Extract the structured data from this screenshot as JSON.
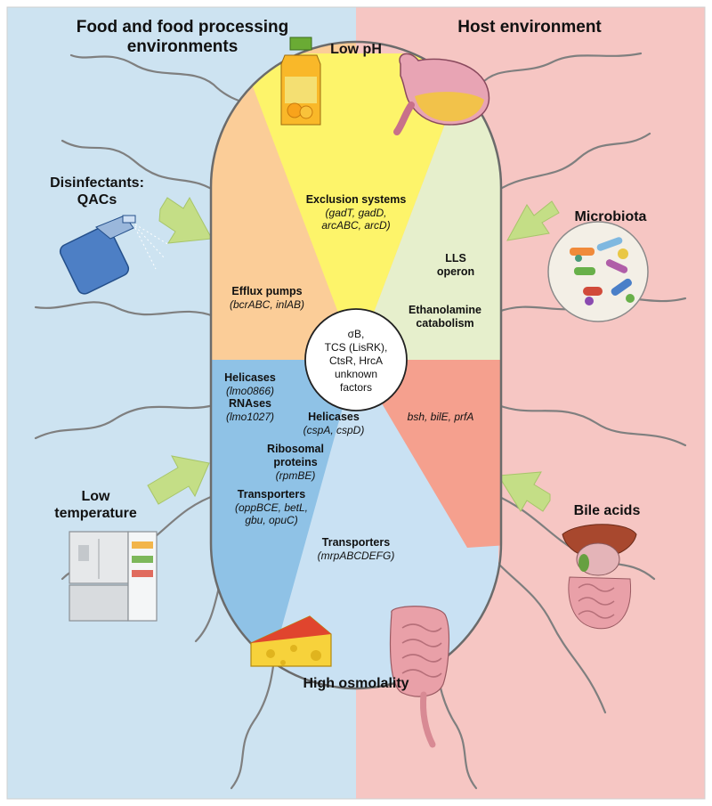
{
  "headers": {
    "food": "Food and food processing environments",
    "host": "Host environment"
  },
  "stress_labels": {
    "low_ph": "Low pH",
    "disinfectants": "Disinfectants: QACs",
    "low_temperature": "Low temperature",
    "microbiota": "Microbiota",
    "bile_acids": "Bile acids",
    "high_osmolality": "High osmolality"
  },
  "cell": {
    "exclusion_title": "Exclusion systems",
    "exclusion_genes_1": "(gadT, gadD,",
    "exclusion_genes_2": "arcABC, arcD)",
    "lls_1": "LLS",
    "lls_2": "operon",
    "ethanolamine_1": "Ethanolamine",
    "ethanolamine_2": "catabolism",
    "efflux_title": "Efflux pumps",
    "efflux_genes": "(bcrABC, inlAB)",
    "bile_genes": "bsh, bilE, prfA",
    "helicases_1_title": "Helicases",
    "helicases_1_gene": "(lmo0866)",
    "rnases_title": "RNAses",
    "rnases_gene": "(lmo1027)",
    "helicases_2_title": "Helicases",
    "helicases_2_genes": "(cspA, cspD)",
    "ribosomal_1": "Ribosomal",
    "ribosomal_2": "proteins",
    "ribosomal_gene": "(rpmBE)",
    "transporters_1_title": "Transporters",
    "transporters_1_genes_a": "(oppBCE, betL,",
    "transporters_1_genes_b": "gbu, opuC)",
    "transporters_2_title": "Transporters",
    "transporters_2_genes": "(mrpABCDEFG)"
  },
  "center": {
    "line1": "σB,",
    "line2": "TCS (LisRK),",
    "line3": "CtsR, HrcA",
    "line4": "unknown",
    "line5": "factors"
  },
  "colors": {
    "left_bg": "#cde3f1",
    "right_bg": "#f6c6c3",
    "exclusion": "#fdf46a",
    "efflux": "#fbcd98",
    "lls": "#e6efcc",
    "bile": "#f5a08e",
    "cold_dark": "#8fc2e6",
    "osmo_light": "#c9e1f3",
    "arrow": "#c4de86",
    "flagella": "#7f7f7f"
  }
}
